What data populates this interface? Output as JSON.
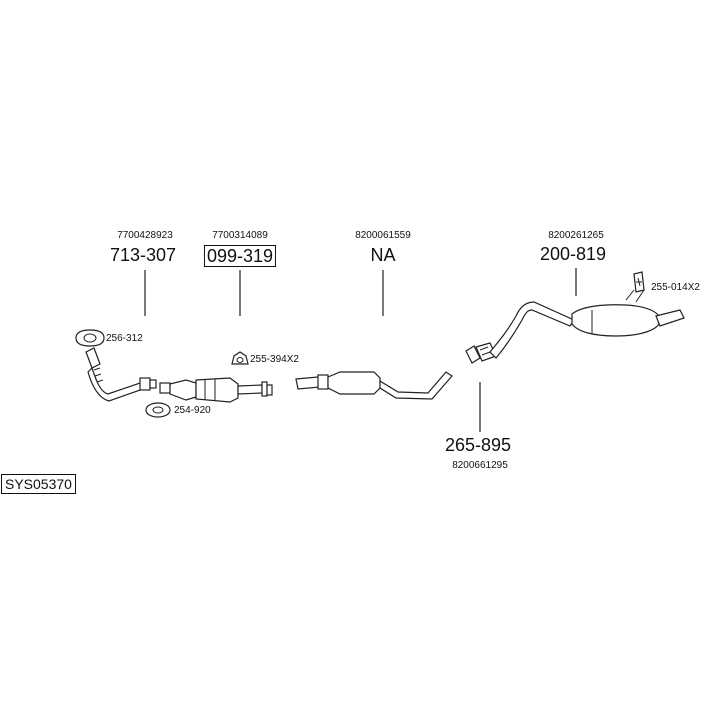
{
  "system_code": "SYS05370",
  "parts": [
    {
      "part_number": "713-307",
      "oem_number": "7700428923",
      "boxed": false
    },
    {
      "part_number": "099-319",
      "oem_number": "7700314089",
      "boxed": true
    },
    {
      "part_number": "NA",
      "oem_number": "8200061559",
      "boxed": false
    },
    {
      "part_number": "200-819",
      "oem_number": "8200261265",
      "boxed": false
    },
    {
      "part_number": "265-895",
      "oem_number": "8200661295",
      "boxed": false
    }
  ],
  "accessories": [
    {
      "code": "256-312",
      "icon": "gasket-icon"
    },
    {
      "code": "254-920",
      "icon": "gasket-icon"
    },
    {
      "code": "255-394X2",
      "icon": "mounting-rubber-icon"
    },
    {
      "code": "255-014X2",
      "icon": "bracket-icon"
    }
  ]
}
